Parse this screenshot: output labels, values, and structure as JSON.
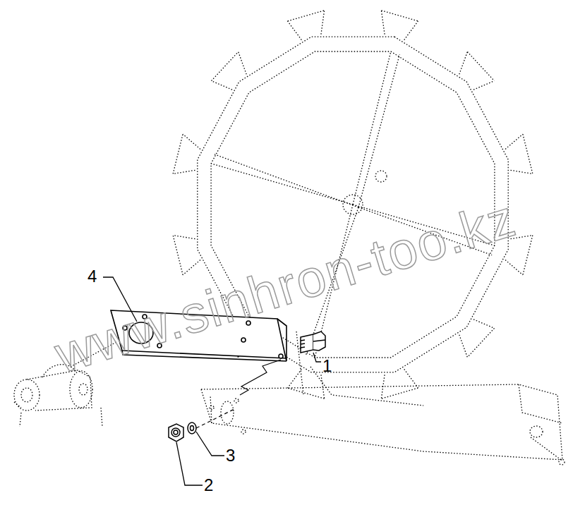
{
  "diagram": {
    "labels": [
      "4",
      "1",
      "3",
      "2",
      "www.sinhron-too.kz"
    ]
  }
}
